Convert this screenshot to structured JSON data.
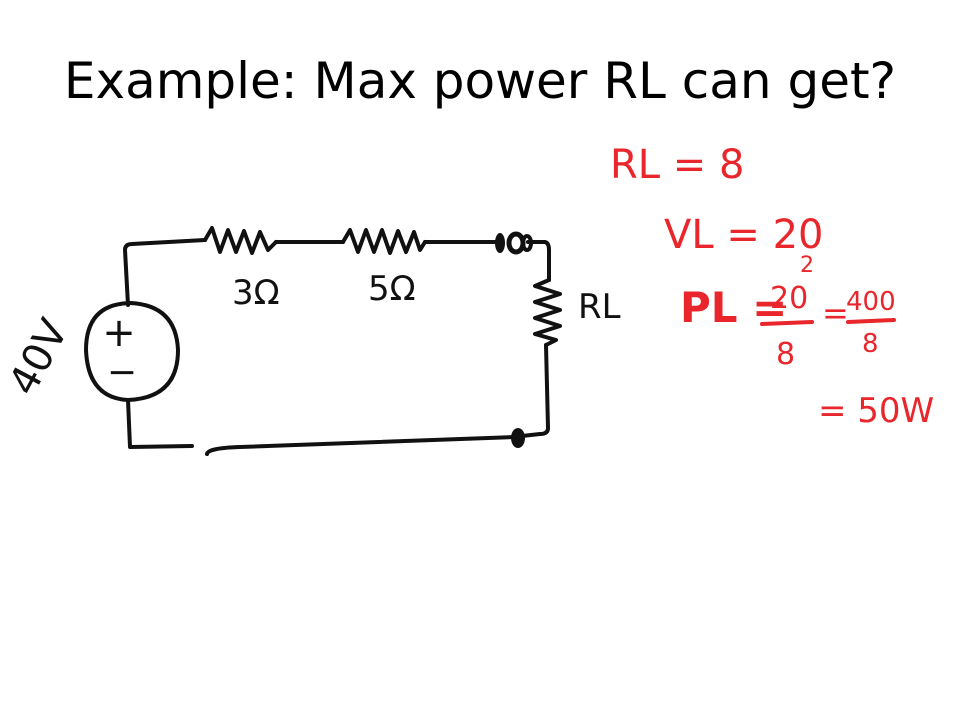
{
  "slide": {
    "title": "Example: Max power RL can get?"
  },
  "circuit": {
    "source_label": "40V",
    "source_plus": "+",
    "source_minus": "−",
    "resistor_1_label": "3Ω",
    "resistor_2_label": "5Ω",
    "load_label": "RL"
  },
  "annotations": {
    "line1": "RL = 8",
    "line2": "VL = 20",
    "line3_lhs": "PL =",
    "line3_frac1_num": "20",
    "line3_frac1_exp": "2",
    "line3_frac1_den": "8",
    "line3_eq": "=",
    "line3_frac2_num": "400",
    "line3_frac2_den": "8",
    "line4": "= 50W"
  },
  "colors": {
    "circuit_ink": "#111111",
    "annotation_ink": "#e8262b"
  }
}
